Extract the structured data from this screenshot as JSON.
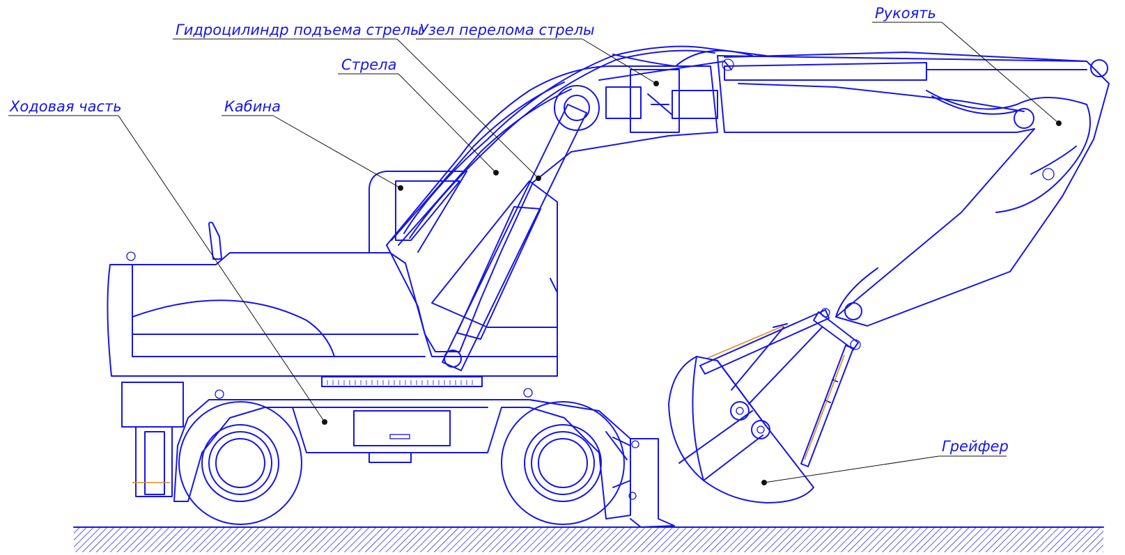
{
  "labels": {
    "boom_cylinder": "Гидроцилиндр подъема стрелы",
    "boom_joint": "Узел перелома стрелы",
    "stick": "Рукоять",
    "boom": "Стрела",
    "undercarriage": "Ходовая часть",
    "cab": "Кабина",
    "grab": "Грейфер"
  },
  "colors": {
    "line": "#1515e6",
    "leader": "#111111",
    "accent": "#e08a1e"
  }
}
